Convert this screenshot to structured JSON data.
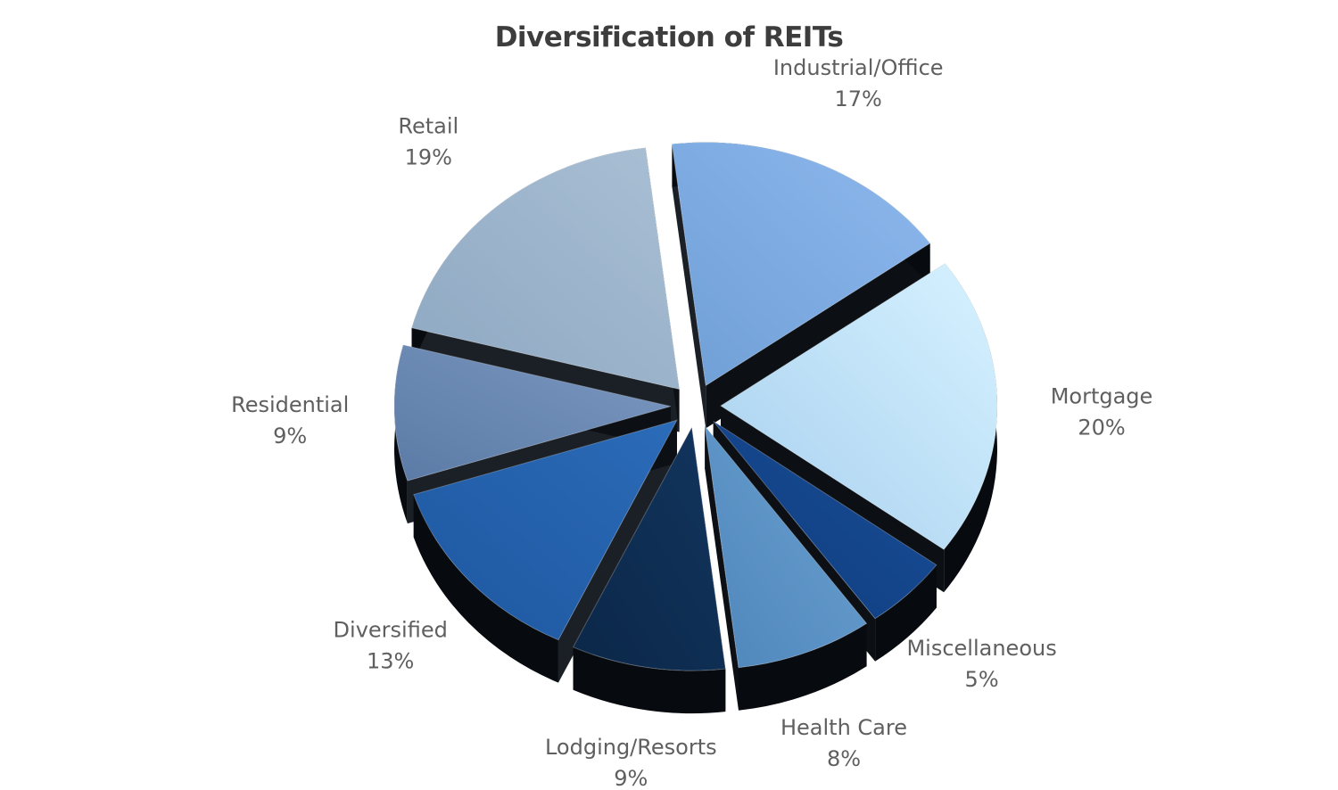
{
  "chart_data": {
    "type": "pie",
    "title": "Diversification of REITs",
    "slices": [
      {
        "label": "Industrial/Office",
        "value": 17,
        "display": "17%",
        "color": "#6f9fd6",
        "color_light": "#8db8ee"
      },
      {
        "label": "Mortgage",
        "value": 20,
        "display": "20%",
        "color": "#a7cfee",
        "color_light": "#d6f2ff"
      },
      {
        "label": "Miscellaneous",
        "value": 5,
        "display": "5%",
        "color": "#0e3b7b",
        "color_light": "#1a4f9a"
      },
      {
        "label": "Health Care",
        "value": 8,
        "display": "8%",
        "color": "#4f86bb",
        "color_light": "#6ba1d1"
      },
      {
        "label": "Lodging/Resorts",
        "value": 9,
        "display": "9%",
        "color": "#0b2748",
        "color_light": "#12355e"
      },
      {
        "label": "Diversified",
        "value": 13,
        "display": "13%",
        "color": "#1e57a0",
        "color_light": "#2b6bb8"
      },
      {
        "label": "Residential",
        "value": 9,
        "display": "9%",
        "color": "#5b7ba6",
        "color_light": "#7b98c0"
      },
      {
        "label": "Retail",
        "value": 19,
        "display": "19%",
        "color": "#8ea8c2",
        "color_light": "#a9bfd4"
      }
    ],
    "legend": "none"
  }
}
